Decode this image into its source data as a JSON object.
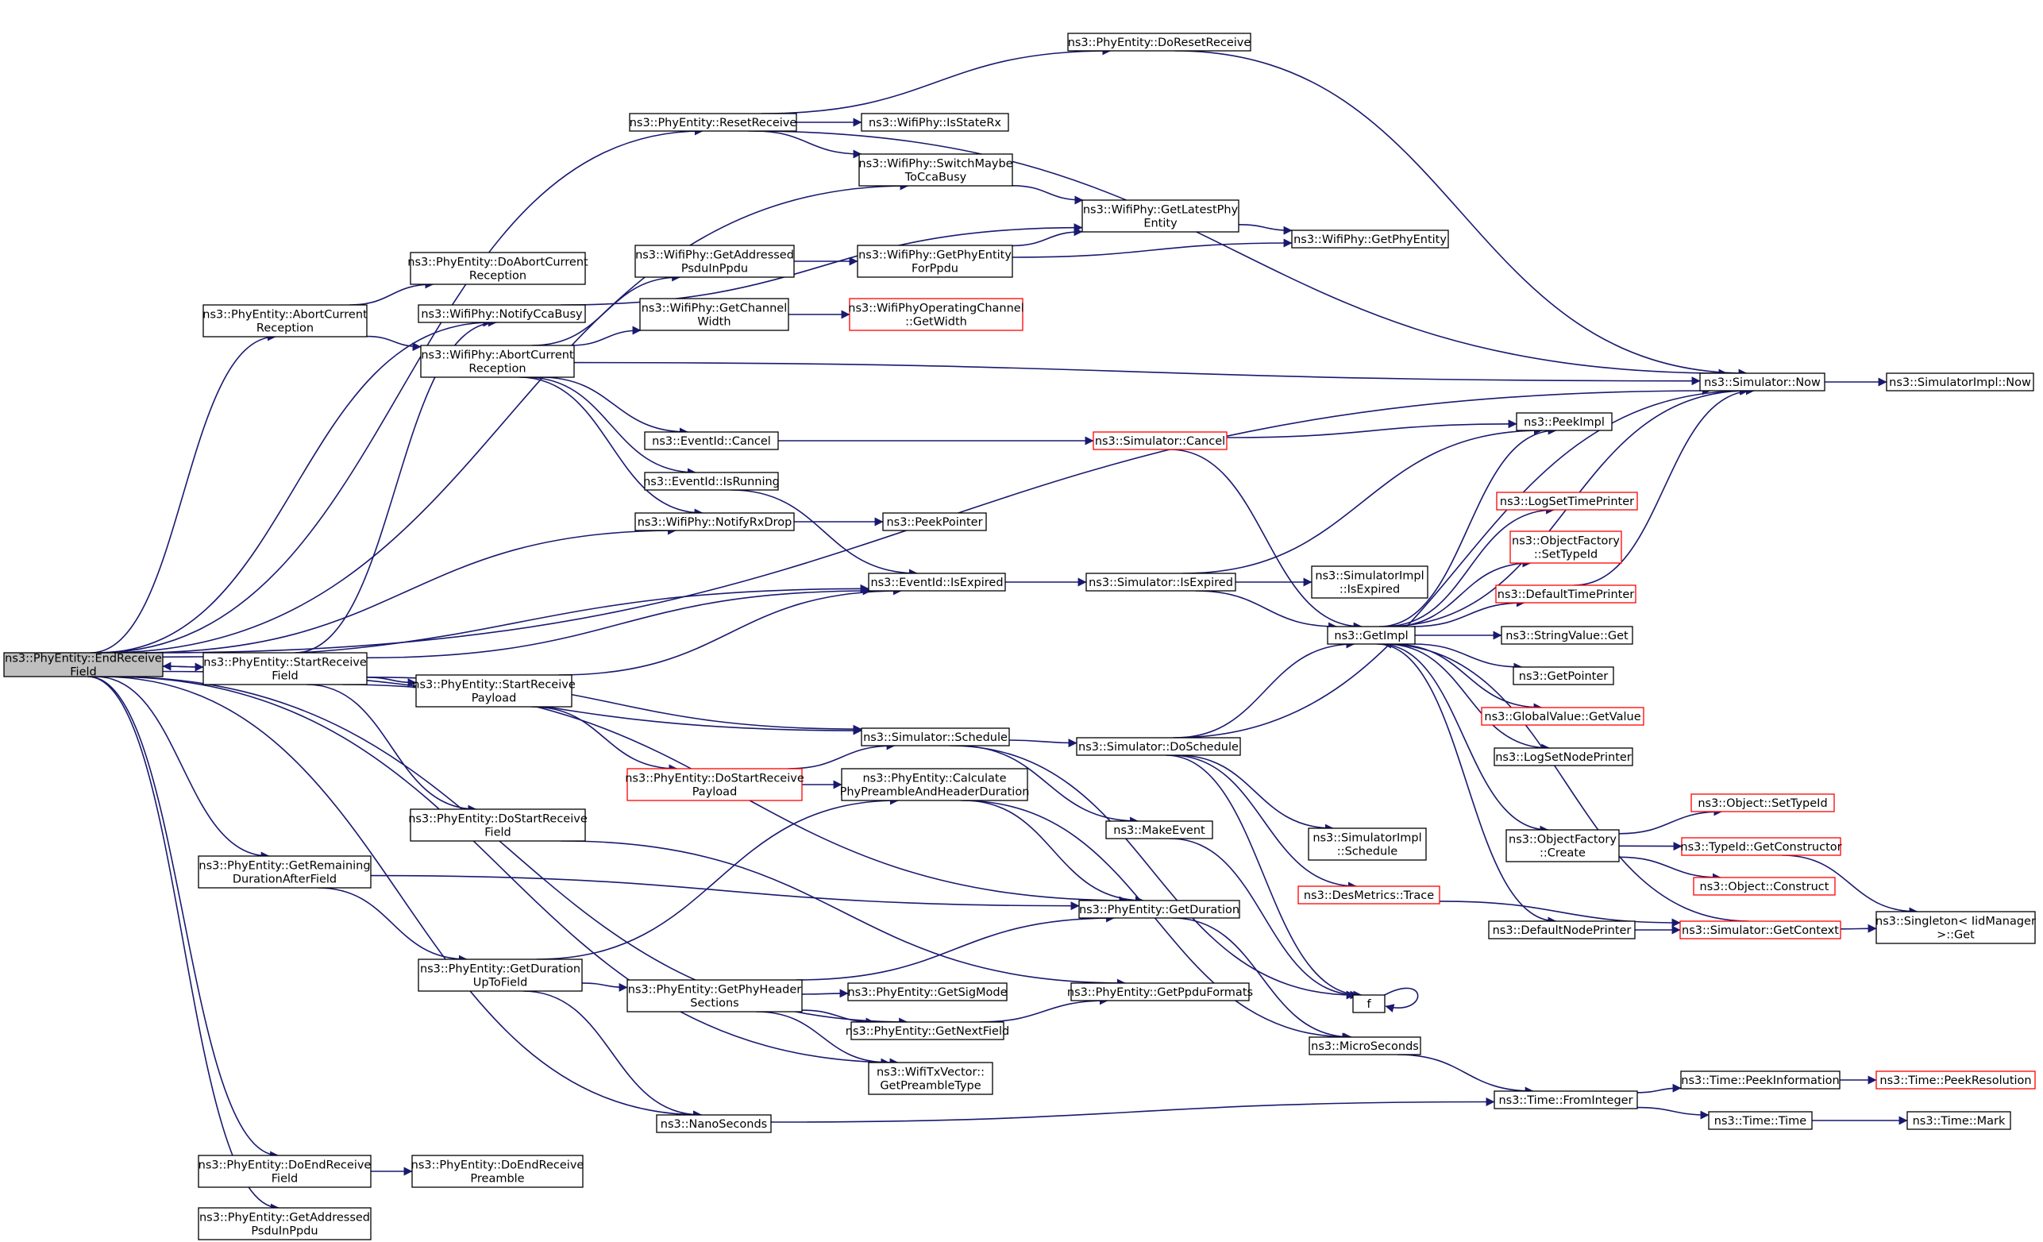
{
  "colors": {
    "edge": "#191970",
    "node_border": "#000000",
    "node_border_truncated": "#ff0000",
    "root_fill": "#bfbfbf",
    "node_fill": "#ffffff"
  },
  "nodes": [
    {
      "id": "n0",
      "lines": [
        "ns3::PhyEntity::EndReceive",
        "Field"
      ],
      "root": true
    },
    {
      "id": "n1",
      "lines": [
        "ns3::PhyEntity::ResetReceive"
      ]
    },
    {
      "id": "n2",
      "lines": [
        "ns3::PhyEntity::DoResetReceive"
      ]
    },
    {
      "id": "n3",
      "lines": [
        "ns3::WifiPhy::IsStateRx"
      ]
    },
    {
      "id": "n4",
      "lines": [
        "ns3::WifiPhy::SwitchMaybe",
        "ToCcaBusy"
      ]
    },
    {
      "id": "n5",
      "lines": [
        "ns3::WifiPhy::GetLatestPhy",
        "Entity"
      ]
    },
    {
      "id": "n6",
      "lines": [
        "ns3::WifiPhy::GetPhyEntity"
      ]
    },
    {
      "id": "n7",
      "lines": [
        "ns3::PhyEntity::DoAbortCurrent",
        "Reception"
      ]
    },
    {
      "id": "n8",
      "lines": [
        "ns3::WifiPhy::GetAddressed",
        "PsduInPpdu"
      ]
    },
    {
      "id": "n9",
      "lines": [
        "ns3::WifiPhy::GetPhyEntity",
        "ForPpdu"
      ]
    },
    {
      "id": "n10",
      "lines": [
        "ns3::PhyEntity::AbortCurrent",
        "Reception"
      ]
    },
    {
      "id": "n11",
      "lines": [
        "ns3::WifiPhy::NotifyCcaBusy"
      ]
    },
    {
      "id": "n12",
      "lines": [
        "ns3::WifiPhy::GetChannel",
        "Width"
      ]
    },
    {
      "id": "n13",
      "lines": [
        "ns3::WifiPhyOperatingChannel",
        "::GetWidth"
      ],
      "truncated": true
    },
    {
      "id": "n14",
      "lines": [
        "ns3::WifiPhy::AbortCurrent",
        "Reception"
      ]
    },
    {
      "id": "n15",
      "lines": [
        "ns3::Simulator::Now"
      ]
    },
    {
      "id": "n16",
      "lines": [
        "ns3::SimulatorImpl::Now"
      ]
    },
    {
      "id": "n17",
      "lines": [
        "ns3::PeekImpl"
      ]
    },
    {
      "id": "n18",
      "lines": [
        "ns3::EventId::Cancel"
      ]
    },
    {
      "id": "n19",
      "lines": [
        "ns3::Simulator::Cancel"
      ],
      "truncated": true
    },
    {
      "id": "n20",
      "lines": [
        "ns3::LogSetTimePrinter"
      ],
      "truncated": true
    },
    {
      "id": "n21",
      "lines": [
        "ns3::EventId::IsRunning"
      ]
    },
    {
      "id": "n22",
      "lines": [
        "ns3::ObjectFactory",
        "::SetTypeId"
      ],
      "truncated": true
    },
    {
      "id": "n23",
      "lines": [
        "ns3::WifiPhy::NotifyRxDrop"
      ]
    },
    {
      "id": "n24",
      "lines": [
        "ns3::PeekPointer"
      ]
    },
    {
      "id": "n25",
      "lines": [
        "ns3::SimulatorImpl",
        "::IsExpired"
      ]
    },
    {
      "id": "n26",
      "lines": [
        "ns3::EventId::IsExpired"
      ]
    },
    {
      "id": "n27",
      "lines": [
        "ns3::Simulator::IsExpired"
      ]
    },
    {
      "id": "n28",
      "lines": [
        "ns3::DefaultTimePrinter"
      ],
      "truncated": true
    },
    {
      "id": "n29",
      "lines": [
        "ns3::GetImpl"
      ]
    },
    {
      "id": "n30",
      "lines": [
        "ns3::StringValue::Get"
      ]
    },
    {
      "id": "n31",
      "lines": [
        "ns3::PhyEntity::StartReceive",
        "Field"
      ]
    },
    {
      "id": "n32",
      "lines": [
        "ns3::PhyEntity::StartReceive",
        "Payload"
      ]
    },
    {
      "id": "n33",
      "lines": [
        "ns3::GetPointer"
      ]
    },
    {
      "id": "n34",
      "lines": [
        "ns3::GlobalValue::GetValue"
      ],
      "truncated": true
    },
    {
      "id": "n35",
      "lines": [
        "ns3::Simulator::Schedule"
      ]
    },
    {
      "id": "n36",
      "lines": [
        "ns3::Simulator::DoSchedule"
      ]
    },
    {
      "id": "n37",
      "lines": [
        "ns3::LogSetNodePrinter"
      ]
    },
    {
      "id": "n38",
      "lines": [
        "ns3::PhyEntity::DoStartReceive",
        "Payload"
      ],
      "truncated": true
    },
    {
      "id": "n39",
      "lines": [
        "ns3::PhyEntity::Calculate",
        "PhyPreambleAndHeaderDuration"
      ]
    },
    {
      "id": "n40",
      "lines": [
        "ns3::Object::SetTypeId"
      ],
      "truncated": true
    },
    {
      "id": "n41",
      "lines": [
        "ns3::PhyEntity::DoStartReceive",
        "Field"
      ]
    },
    {
      "id": "n42",
      "lines": [
        "ns3::MakeEvent"
      ]
    },
    {
      "id": "n43",
      "lines": [
        "ns3::SimulatorImpl",
        "::Schedule"
      ]
    },
    {
      "id": "n44",
      "lines": [
        "ns3::ObjectFactory",
        "::Create"
      ]
    },
    {
      "id": "n45",
      "lines": [
        "ns3::TypeId::GetConstructor"
      ],
      "truncated": true
    },
    {
      "id": "n46",
      "lines": [
        "ns3::PhyEntity::GetRemaining",
        "DurationAfterField"
      ]
    },
    {
      "id": "n47",
      "lines": [
        "ns3::Object::Construct"
      ],
      "truncated": true
    },
    {
      "id": "n48",
      "lines": [
        "ns3::DesMetrics::Trace"
      ],
      "truncated": true
    },
    {
      "id": "n49",
      "lines": [
        "ns3::PhyEntity::GetDuration"
      ]
    },
    {
      "id": "n50",
      "lines": [
        "ns3::DefaultNodePrinter"
      ]
    },
    {
      "id": "n51",
      "lines": [
        "ns3::Simulator::GetContext"
      ],
      "truncated": true
    },
    {
      "id": "n52",
      "lines": [
        "ns3::Singleton< IidManager",
        " >::Get"
      ]
    },
    {
      "id": "n53",
      "lines": [
        "ns3::PhyEntity::GetDuration",
        "UpToField"
      ]
    },
    {
      "id": "n54",
      "lines": [
        "ns3::PhyEntity::GetPhyHeader",
        "Sections"
      ]
    },
    {
      "id": "n55",
      "lines": [
        "ns3::PhyEntity::GetSigMode"
      ]
    },
    {
      "id": "n56",
      "lines": [
        "ns3::PhyEntity::GetPpduFormats"
      ]
    },
    {
      "id": "n57",
      "lines": [
        "f"
      ]
    },
    {
      "id": "n58",
      "lines": [
        "ns3::PhyEntity::GetNextField"
      ]
    },
    {
      "id": "n59",
      "lines": [
        "ns3::MicroSeconds"
      ]
    },
    {
      "id": "n60",
      "lines": [
        "ns3::WifiTxVector::",
        "GetPreambleType"
      ]
    },
    {
      "id": "n61",
      "lines": [
        "ns3::Time::PeekInformation"
      ]
    },
    {
      "id": "n62",
      "lines": [
        "ns3::Time::PeekResolution"
      ],
      "truncated": true
    },
    {
      "id": "n63",
      "lines": [
        "ns3::Time::FromInteger"
      ]
    },
    {
      "id": "n64",
      "lines": [
        "ns3::NanoSeconds"
      ]
    },
    {
      "id": "n65",
      "lines": [
        "ns3::Time::Time"
      ]
    },
    {
      "id": "n66",
      "lines": [
        "ns3::Time::Mark"
      ]
    },
    {
      "id": "n67",
      "lines": [
        "ns3::PhyEntity::DoEndReceive",
        "Field"
      ]
    },
    {
      "id": "n68",
      "lines": [
        "ns3::PhyEntity::DoEndReceive",
        "Preamble"
      ]
    },
    {
      "id": "n69",
      "lines": [
        "ns3::PhyEntity::GetAddressed",
        "PsduInPpdu"
      ]
    }
  ],
  "edges": [
    [
      "n0",
      "n1"
    ],
    [
      "n0",
      "n4"
    ],
    [
      "n0",
      "n10"
    ],
    [
      "n0",
      "n11"
    ],
    [
      "n0",
      "n15"
    ],
    [
      "n0",
      "n23"
    ],
    [
      "n0",
      "n26"
    ],
    [
      "n0",
      "n31"
    ],
    [
      "n0",
      "n35"
    ],
    [
      "n0",
      "n46"
    ],
    [
      "n0",
      "n58"
    ],
    [
      "n0",
      "n60"
    ],
    [
      "n0",
      "n64"
    ],
    [
      "n0",
      "n67"
    ],
    [
      "n0",
      "n69"
    ],
    [
      "n1",
      "n2"
    ],
    [
      "n1",
      "n3"
    ],
    [
      "n1",
      "n4"
    ],
    [
      "n1",
      "n15"
    ],
    [
      "n2",
      "n15"
    ],
    [
      "n4",
      "n5"
    ],
    [
      "n5",
      "n6"
    ],
    [
      "n10",
      "n7"
    ],
    [
      "n10",
      "n14"
    ],
    [
      "n14",
      "n8"
    ],
    [
      "n14",
      "n12"
    ],
    [
      "n14",
      "n15"
    ],
    [
      "n14",
      "n18"
    ],
    [
      "n14",
      "n21"
    ],
    [
      "n14",
      "n23"
    ],
    [
      "n8",
      "n9"
    ],
    [
      "n9",
      "n5"
    ],
    [
      "n9",
      "n6"
    ],
    [
      "n11",
      "n5"
    ],
    [
      "n12",
      "n13"
    ],
    [
      "n15",
      "n16"
    ],
    [
      "n18",
      "n19"
    ],
    [
      "n19",
      "n17"
    ],
    [
      "n19",
      "n29"
    ],
    [
      "n21",
      "n26"
    ],
    [
      "n23",
      "n24"
    ],
    [
      "n26",
      "n27"
    ],
    [
      "n27",
      "n25"
    ],
    [
      "n27",
      "n17"
    ],
    [
      "n27",
      "n29"
    ],
    [
      "n29",
      "n17"
    ],
    [
      "n29",
      "n15"
    ],
    [
      "n29",
      "n20"
    ],
    [
      "n29",
      "n22"
    ],
    [
      "n29",
      "n28"
    ],
    [
      "n29",
      "n30"
    ],
    [
      "n29",
      "n33"
    ],
    [
      "n29",
      "n34"
    ],
    [
      "n29",
      "n37"
    ],
    [
      "n29",
      "n44"
    ],
    [
      "n29",
      "n50"
    ],
    [
      "n28",
      "n15"
    ],
    [
      "n31",
      "n0"
    ],
    [
      "n31",
      "n11"
    ],
    [
      "n31",
      "n26"
    ],
    [
      "n31",
      "n32"
    ],
    [
      "n31",
      "n35"
    ],
    [
      "n31",
      "n41"
    ],
    [
      "n31",
      "n49"
    ],
    [
      "n32",
      "n26"
    ],
    [
      "n32",
      "n38"
    ],
    [
      "n38",
      "n35"
    ],
    [
      "n38",
      "n39"
    ],
    [
      "n35",
      "n36"
    ],
    [
      "n35",
      "n42"
    ],
    [
      "n35",
      "n57"
    ],
    [
      "n36",
      "n29"
    ],
    [
      "n36",
      "n15"
    ],
    [
      "n36",
      "n43"
    ],
    [
      "n36",
      "n48"
    ],
    [
      "n36",
      "n57"
    ],
    [
      "n42",
      "n57"
    ],
    [
      "n57",
      "n57"
    ],
    [
      "n39",
      "n49"
    ],
    [
      "n39",
      "n59"
    ],
    [
      "n41",
      "n56"
    ],
    [
      "n44",
      "n40"
    ],
    [
      "n44",
      "n45"
    ],
    [
      "n44",
      "n47"
    ],
    [
      "n45",
      "n52"
    ],
    [
      "n48",
      "n51"
    ],
    [
      "n50",
      "n51"
    ],
    [
      "n51",
      "n29"
    ],
    [
      "n51",
      "n52"
    ],
    [
      "n46",
      "n49"
    ],
    [
      "n46",
      "n53"
    ],
    [
      "n53",
      "n39"
    ],
    [
      "n53",
      "n54"
    ],
    [
      "n53",
      "n64"
    ],
    [
      "n54",
      "n49"
    ],
    [
      "n54",
      "n55"
    ],
    [
      "n54",
      "n58"
    ],
    [
      "n54",
      "n60"
    ],
    [
      "n58",
      "n56"
    ],
    [
      "n49",
      "n59"
    ],
    [
      "n59",
      "n63"
    ],
    [
      "n63",
      "n61"
    ],
    [
      "n63",
      "n65"
    ],
    [
      "n61",
      "n62"
    ],
    [
      "n65",
      "n66"
    ],
    [
      "n64",
      "n63"
    ],
    [
      "n67",
      "n68"
    ]
  ]
}
